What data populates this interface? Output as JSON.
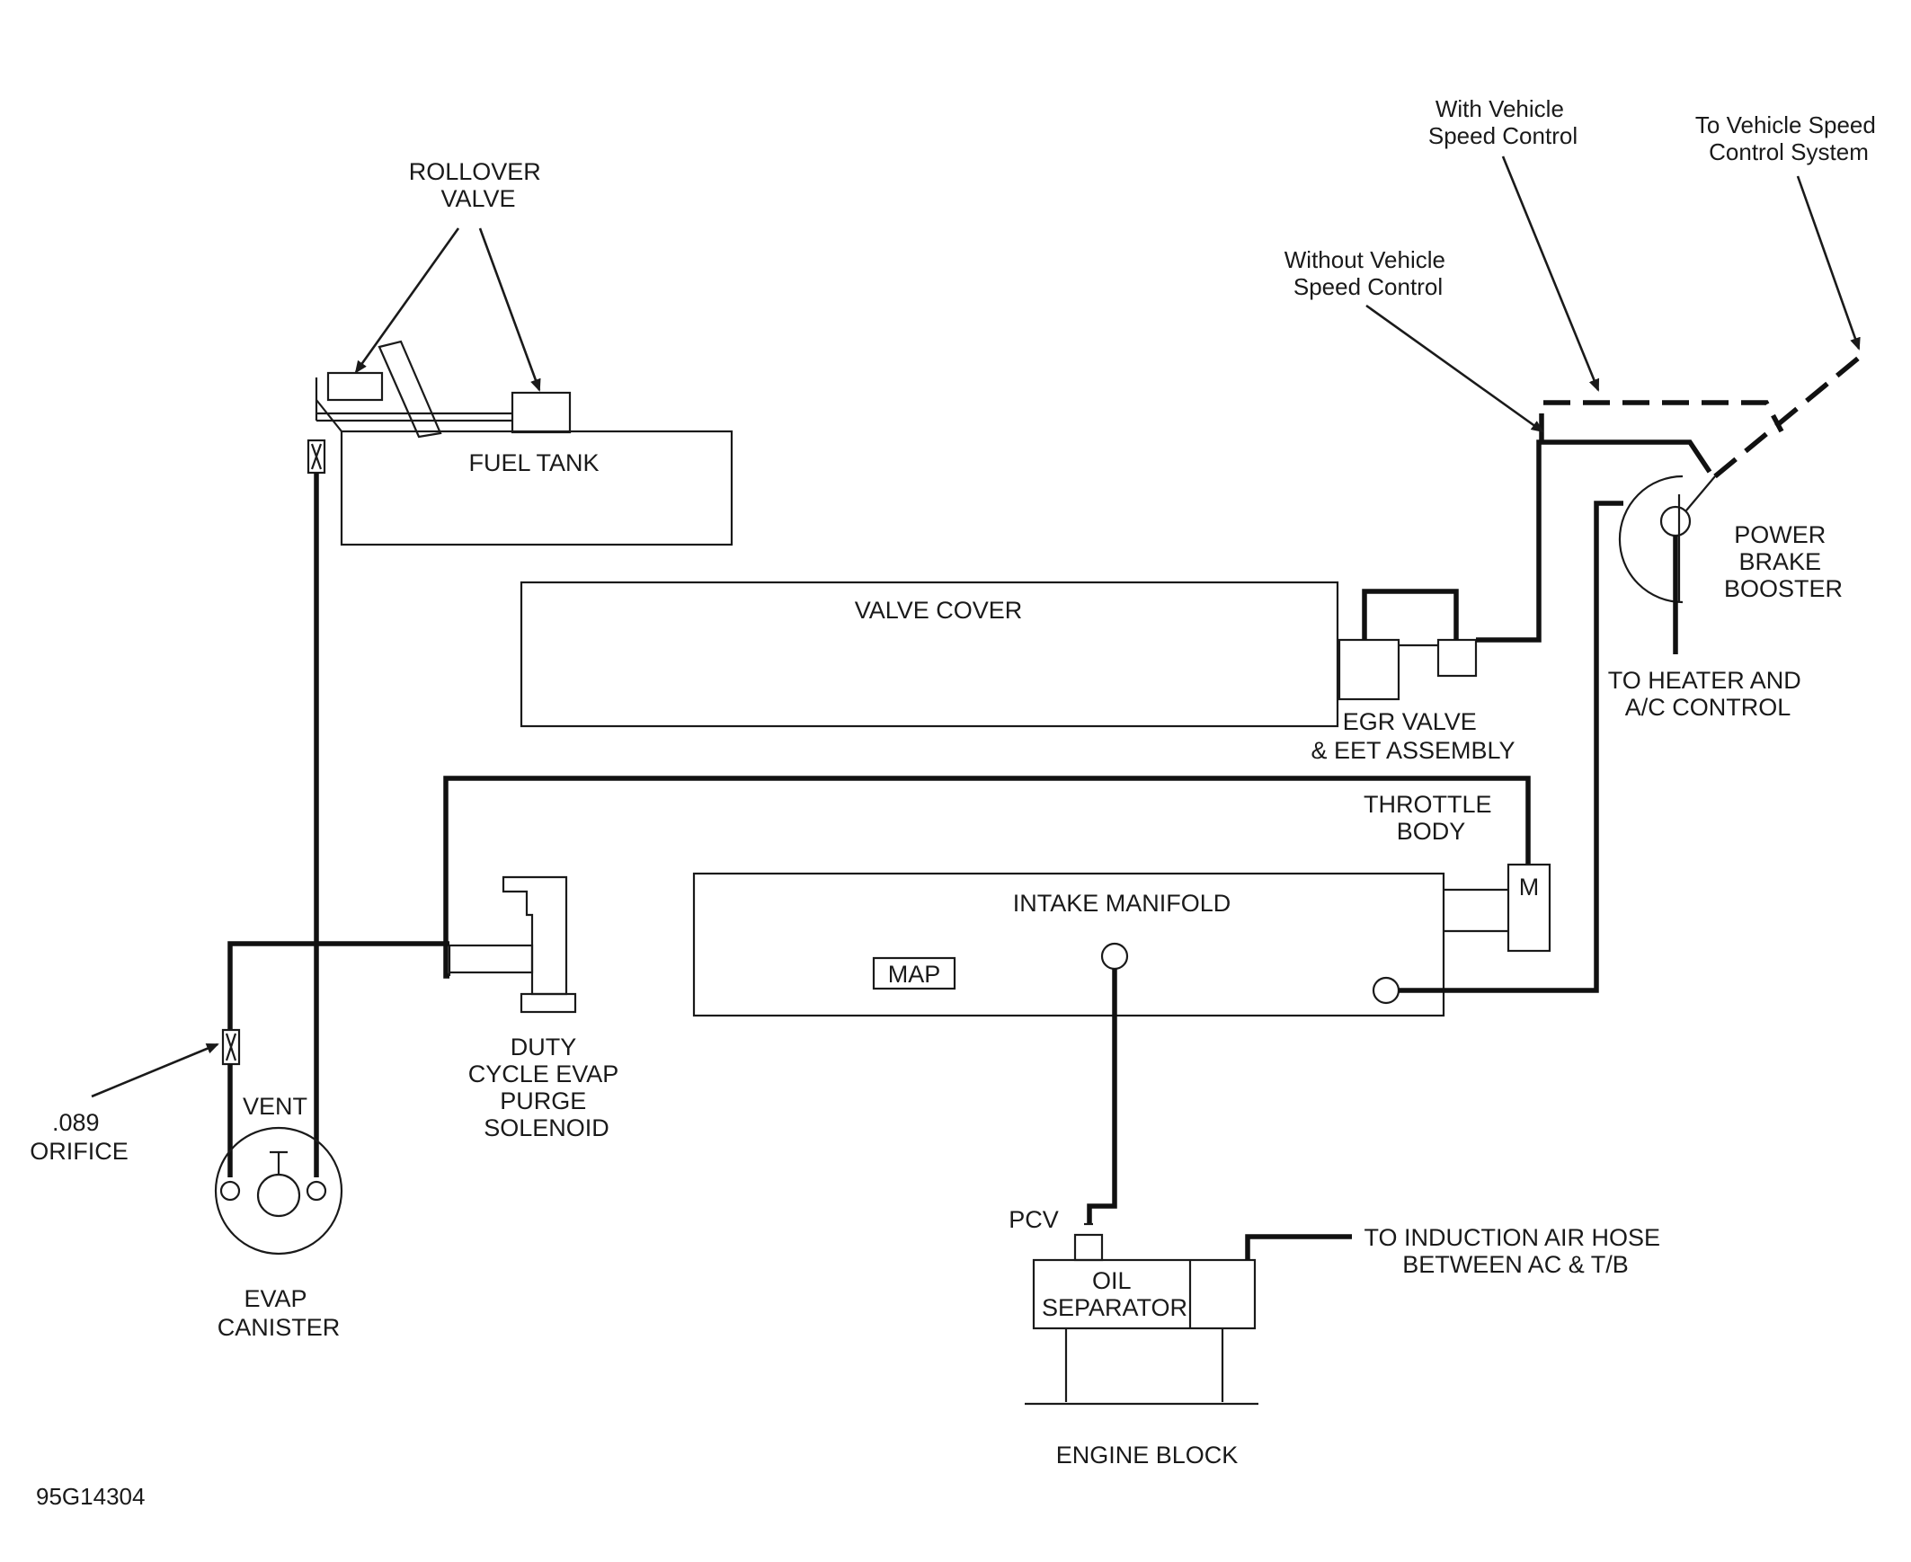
{
  "labels": {
    "rollover_valve": [
      "ROLLOVER",
      "VALVE"
    ],
    "fuel_tank": "FUEL TANK",
    "valve_cover": "VALVE COVER",
    "egr_valve": [
      "EGR VALVE",
      "& EET ASSEMBLY"
    ],
    "intake_manifold": "INTAKE MANIFOLD",
    "map": "MAP",
    "throttle_body": [
      "THROTTLE",
      "BODY"
    ],
    "throttle_m": "M",
    "duty_cycle": [
      "DUTY",
      "CYCLE EVAP",
      "PURGE",
      "SOLENOID"
    ],
    "orifice": [
      ".089",
      "ORIFICE"
    ],
    "vent": "VENT",
    "evap_canister": [
      "EVAP",
      "CANISTER"
    ],
    "pcv": "PCV",
    "oil_separator": [
      "OIL",
      "SEPARATOR"
    ],
    "engine_block": "ENGINE BLOCK",
    "induction_air": [
      "TO INDUCTION AIR HOSE",
      "BETWEEN AC & T/B"
    ],
    "power_brake": [
      "POWER",
      "BRAKE",
      "BOOSTER"
    ],
    "heater_ac": [
      "TO HEATER AND",
      "A/C CONTROL"
    ],
    "without_speed": [
      "Without Vehicle",
      "Speed Control"
    ],
    "with_speed": [
      "With Vehicle",
      "Speed Control"
    ],
    "to_speed_system": [
      "To Vehicle Speed",
      "Control System"
    ],
    "figure_id": "95G14304"
  }
}
